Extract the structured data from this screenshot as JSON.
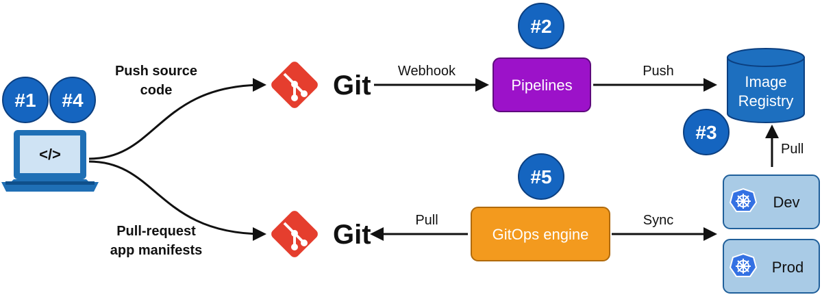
{
  "badges": {
    "b1": "#1",
    "b2": "#2",
    "b3": "#3",
    "b4": "#4",
    "b5": "#5"
  },
  "laptop": {
    "code": "</>"
  },
  "labels": {
    "push_source_line1": "Push source",
    "push_source_line2": "code",
    "pull_request_line1": "Pull-request",
    "pull_request_line2": "app manifests"
  },
  "git": {
    "top": "Git",
    "bottom": "Git"
  },
  "edges": {
    "webhook": "Webhook",
    "push": "Push",
    "pull_left": "Pull",
    "sync": "Sync",
    "pull_up": "Pull"
  },
  "nodes": {
    "pipelines": "Pipelines",
    "gitops": "GitOps engine",
    "registry_line1": "Image",
    "registry_line2": "Registry",
    "dev": "Dev",
    "prod": "Prod"
  },
  "colors": {
    "badge": "#1565c0",
    "pipelines": "#9c12c9",
    "gitops": "#f39a1e",
    "registry": "#1d6fbf",
    "env_box": "#a9cbe6",
    "git": "#e53e2e",
    "kubernetes": "#3471e3",
    "laptop": "#1f6fb5"
  },
  "icons": {
    "git": "git-logo-icon",
    "kubernetes": "kubernetes-icon",
    "laptop": "laptop-icon"
  }
}
